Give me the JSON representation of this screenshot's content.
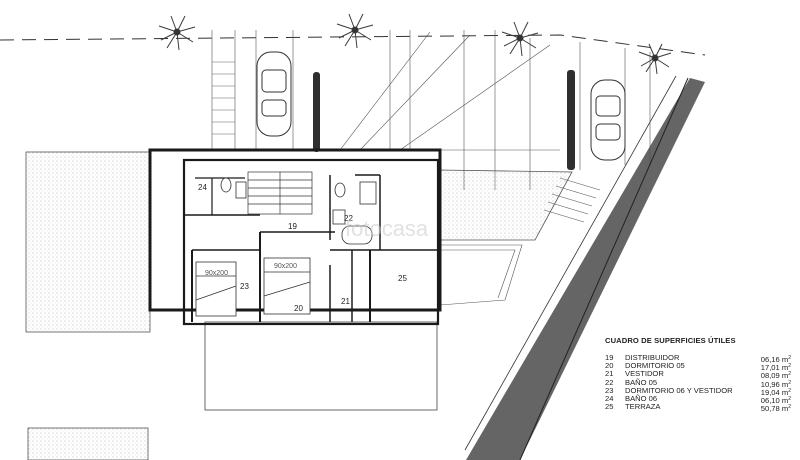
{
  "watermark": "fotocasa",
  "rooms": [
    {
      "id": "24",
      "label": "24"
    },
    {
      "id": "19",
      "label": "19"
    },
    {
      "id": "22",
      "label": "22"
    },
    {
      "id": "23",
      "label": "23"
    },
    {
      "id": "20",
      "label": "20"
    },
    {
      "id": "21",
      "label": "21"
    },
    {
      "id": "25",
      "label": "25"
    }
  ],
  "beds": [
    {
      "label": "90x200"
    },
    {
      "label": "90x200"
    }
  ],
  "legend": {
    "title": "CUADRO DE SUPERFICIES ÚTILES",
    "unit": "m",
    "unit_exp": "2",
    "rows": [
      {
        "num": "19",
        "name": "DISTRIBUIDOR",
        "area": "06,16"
      },
      {
        "num": "20",
        "name": "DORMITORIO 05",
        "area": "17,01"
      },
      {
        "num": "21",
        "name": "VESTIDOR",
        "area": "08,09"
      },
      {
        "num": "22",
        "name": "BAÑO 05",
        "area": "10,96"
      },
      {
        "num": "23",
        "name": "DORMITORIO 06 Y VESTIDOR",
        "area": "19,04"
      },
      {
        "num": "24",
        "name": "BAÑO 06",
        "area": "06,10"
      },
      {
        "num": "25",
        "name": "TERRAZA",
        "area": "50,78"
      }
    ]
  },
  "colors": {
    "line": "#333333",
    "hatch": "#bdbdbd",
    "wall": "#1a1a1a",
    "vegetation": "#3a3a3a"
  }
}
